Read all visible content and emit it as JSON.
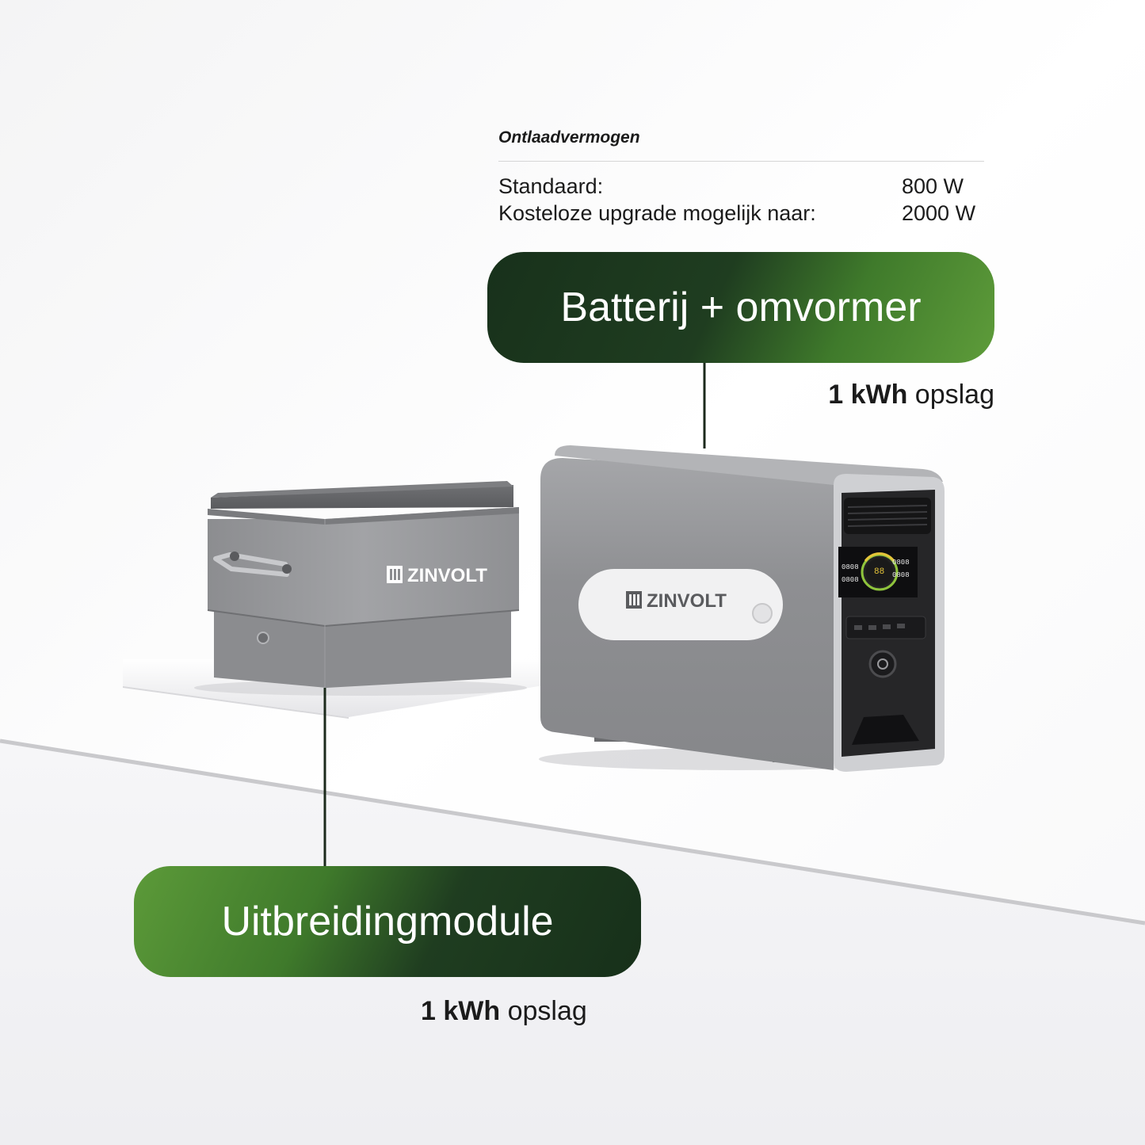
{
  "specs": {
    "title": "Ontlaadvermogen",
    "rows": [
      {
        "label": "Standaard:",
        "value": "800 W"
      },
      {
        "label": "Kosteloze upgrade mogelijk naar:",
        "value": "2000 W"
      }
    ]
  },
  "main_unit": {
    "pill_label": "Batterij + omvormer",
    "capacity_value": "1 kWh",
    "capacity_suffix": " opslag",
    "brand": "ZINVOLT"
  },
  "expansion_unit": {
    "pill_label": "Uitbreidingmodule",
    "capacity_value": "1 kWh",
    "capacity_suffix": " opslag",
    "brand": "ZINVOLT"
  },
  "display_readouts": {
    "left_top": "0808",
    "left_bottom": "0808",
    "center": "88",
    "right_top": "0808",
    "right_bottom": "0808"
  },
  "colors": {
    "pill_dark": "#18311b",
    "pill_light": "#5e9c3a",
    "unit_gray": "#8a8b8e",
    "connector_line": "#1c2a1c"
  }
}
